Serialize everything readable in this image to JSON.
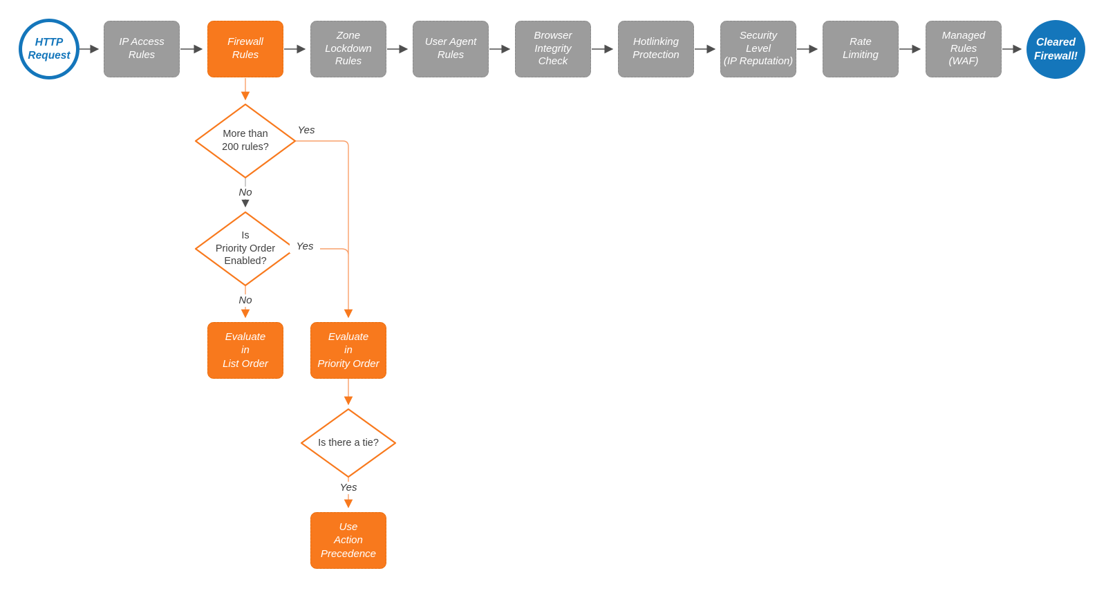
{
  "colors": {
    "accent_orange": "#f8791d",
    "step_gray": "#9c9c9c",
    "terminator_blue": "#1476bb",
    "connector_dark_gray": "#4f4f4f",
    "connector_light_orange": "#f9a06a"
  },
  "flow": {
    "start": {
      "label": "HTTP\nRequest"
    },
    "steps": [
      {
        "label": "IP Access\nRules"
      },
      {
        "label": "Firewall\nRules"
      },
      {
        "label": "Zone\nLockdown\nRules"
      },
      {
        "label": "User Agent\nRules"
      },
      {
        "label": "Browser\nIntegrity\nCheck"
      },
      {
        "label": "Hotlinking\nProtection"
      },
      {
        "label": "Security\nLevel\n(IP Reputation)"
      },
      {
        "label": "Rate\nLimiting"
      },
      {
        "label": "Managed\nRules\n(WAF)"
      }
    ],
    "end": {
      "label": "Cleared\nFirewall!"
    }
  },
  "branch": {
    "decision_rules_count": {
      "label": "More than\n200 rules?",
      "yes": "Yes",
      "no": "No"
    },
    "decision_priority_enabled": {
      "label": "Is\nPriority Order\nEnabled?",
      "yes": "Yes",
      "no": "No"
    },
    "evaluate_list_order": {
      "label": "Evaluate\nin\nList Order"
    },
    "evaluate_priority_order": {
      "label": "Evaluate\nin\nPriority Order"
    },
    "decision_tie": {
      "label": "Is there a tie?",
      "yes": "Yes"
    },
    "use_action_precedence": {
      "label": "Use\nAction\nPrecedence"
    }
  }
}
